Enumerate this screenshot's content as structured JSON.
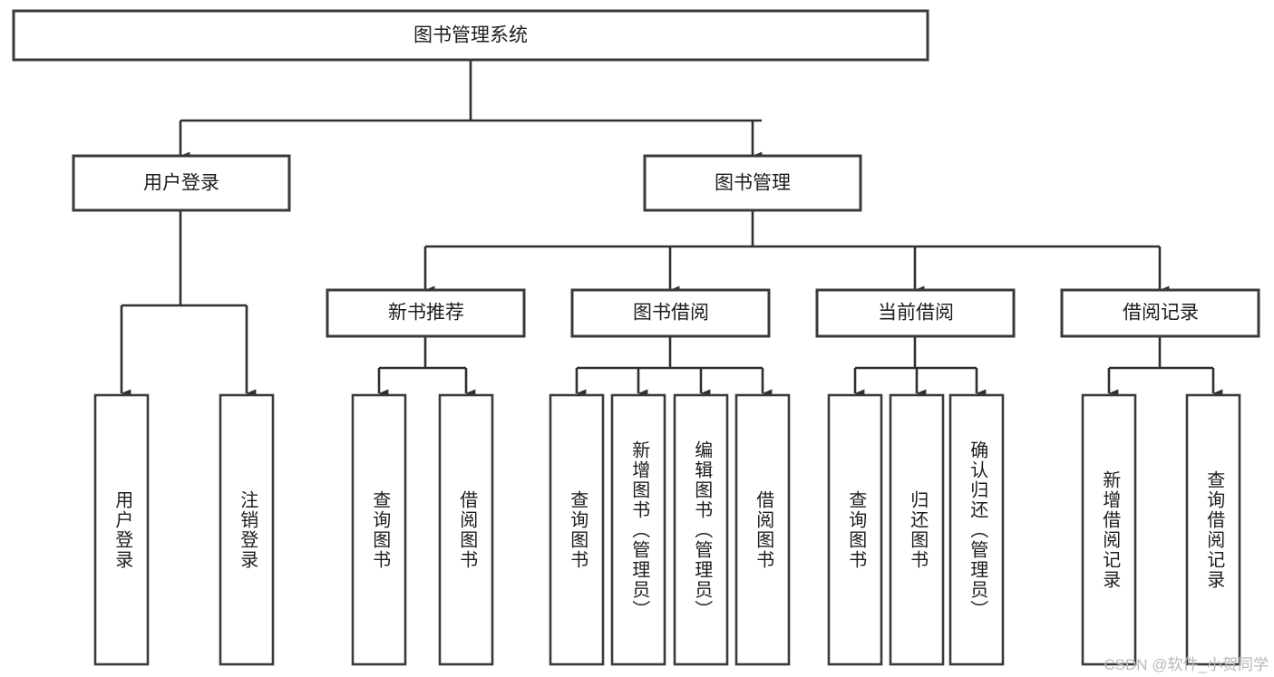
{
  "diagram": {
    "type": "tree-hierarchy",
    "title": "图书管理系统",
    "orientation": "top-down",
    "colors": {
      "box_stroke": "#3a3a3a",
      "box_fill": "#ffffff",
      "link_stroke": "#2f2f2f",
      "label_text": "#1d1d1d",
      "watermark_text": "#b9b9b9",
      "background": "#ffffff"
    },
    "root": {
      "label": "图书管理系统",
      "id": "root-system"
    },
    "level2": [
      {
        "id": "user-login",
        "label": "用户登录"
      },
      {
        "id": "book-manage",
        "label": "图书管理"
      }
    ],
    "level3": [
      {
        "id": "new-book-recommend",
        "label": "新书推荐",
        "parent": "book-manage"
      },
      {
        "id": "book-borrow",
        "label": "图书借阅",
        "parent": "book-manage"
      },
      {
        "id": "current-borrow",
        "label": "当前借阅",
        "parent": "book-manage"
      },
      {
        "id": "borrow-record",
        "label": "借阅记录",
        "parent": "book-manage"
      }
    ],
    "leaves": [
      {
        "id": "leaf-user-login",
        "label": "用户登录",
        "parent": "user-login"
      },
      {
        "id": "leaf-user-logout",
        "label": "注销登录",
        "parent": "user-login"
      },
      {
        "id": "leaf-query-book-1",
        "label": "查询图书",
        "parent": "new-book-recommend"
      },
      {
        "id": "leaf-borrow-book-1",
        "label": "借阅图书",
        "parent": "new-book-recommend"
      },
      {
        "id": "leaf-query-book-2",
        "label": "查询图书",
        "parent": "book-borrow"
      },
      {
        "id": "leaf-add-book",
        "label": "新增图书（管理员）",
        "parent": "book-borrow"
      },
      {
        "id": "leaf-edit-book",
        "label": "编辑图书（管理员）",
        "parent": "book-borrow"
      },
      {
        "id": "leaf-borrow-book-2",
        "label": "借阅图书",
        "parent": "book-borrow"
      },
      {
        "id": "leaf-query-book-3",
        "label": "查询图书",
        "parent": "current-borrow"
      },
      {
        "id": "leaf-return-book",
        "label": "归还图书",
        "parent": "current-borrow"
      },
      {
        "id": "leaf-confirm-return",
        "label": "确认归还（管理员）",
        "parent": "current-borrow"
      },
      {
        "id": "leaf-add-record",
        "label": "新增借阅记录",
        "parent": "borrow-record"
      },
      {
        "id": "leaf-query-record",
        "label": "查询借阅记录",
        "parent": "borrow-record"
      }
    ],
    "watermark": "CSDN @软件_小贺同学"
  }
}
